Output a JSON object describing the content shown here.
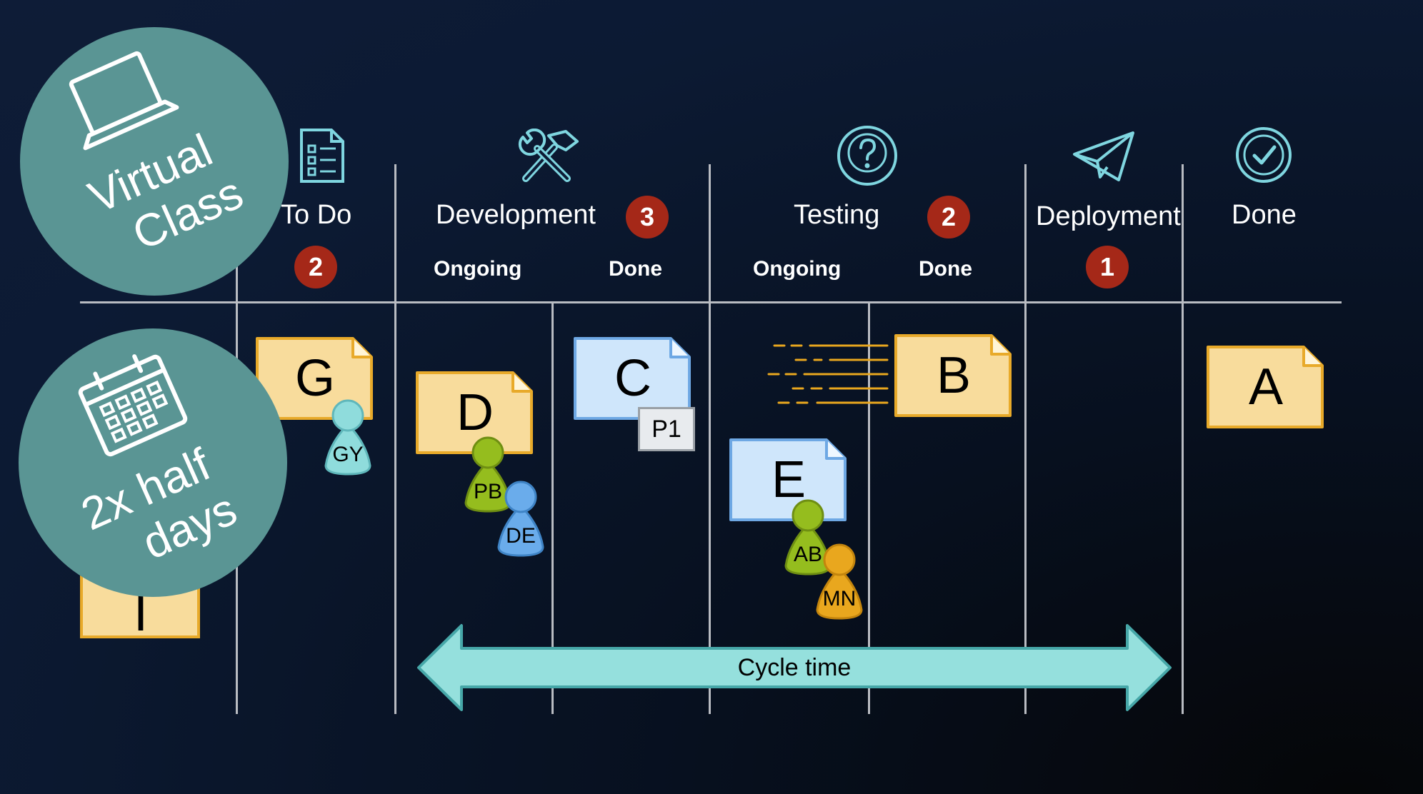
{
  "columns": {
    "todo": {
      "title": "To Do",
      "wip": "2"
    },
    "development": {
      "title": "Development",
      "wip": "3",
      "ongoing": "Ongoing",
      "done": "Done"
    },
    "testing": {
      "title": "Testing",
      "wip": "2",
      "ongoing": "Ongoing",
      "done": "Done"
    },
    "deployment": {
      "title": "Deployment",
      "wip": "1"
    },
    "done": {
      "title": "Done"
    }
  },
  "cards": {
    "G": "G",
    "D": "D",
    "C": "C",
    "E": "E",
    "B": "B",
    "A": "A",
    "I": "I"
  },
  "tags": {
    "p1": "P1"
  },
  "people": {
    "gy": "GY",
    "pb": "PB",
    "de": "DE",
    "ab": "AB",
    "mn": "MN"
  },
  "cycle_time": "Cycle time",
  "badges": {
    "virtual": {
      "line1": "Virtual",
      "line2": "Class"
    },
    "duration": {
      "line1": "2x half",
      "line2": "days"
    }
  },
  "colors": {
    "card_yellow": "#f8dc9c",
    "card_yellow_border": "#e8aa2a",
    "card_blue": "#cfe6fb",
    "card_blue_border": "#6ea8e4",
    "wip_red": "#a52818",
    "teal_circle": "#5a9594",
    "arrow_fill": "#95e0dd",
    "icon_teal": "#7fd6e0",
    "pawn_green": "#95bd1e",
    "pawn_blue": "#6aaceb",
    "pawn_orange": "#e9a71e",
    "pawn_teal": "#8fdcdc"
  }
}
